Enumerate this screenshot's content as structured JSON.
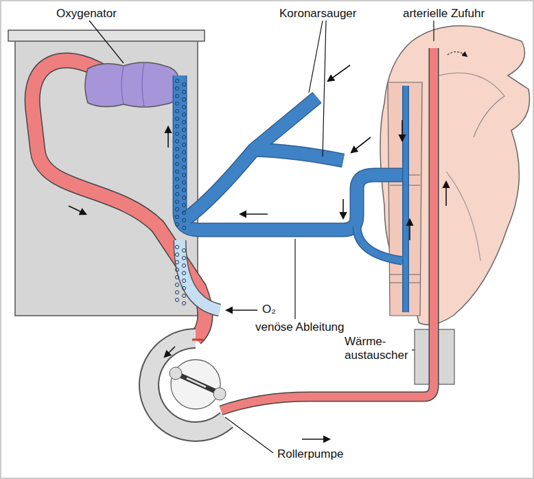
{
  "diagram": {
    "labels": [
      "Oxygenator",
      "Koronarsauger",
      "arterielle Zufuhr",
      "O₂",
      "venöse Ableitung",
      "Wärme- austauscher",
      "Rollerpumpe"
    ]
  }
}
